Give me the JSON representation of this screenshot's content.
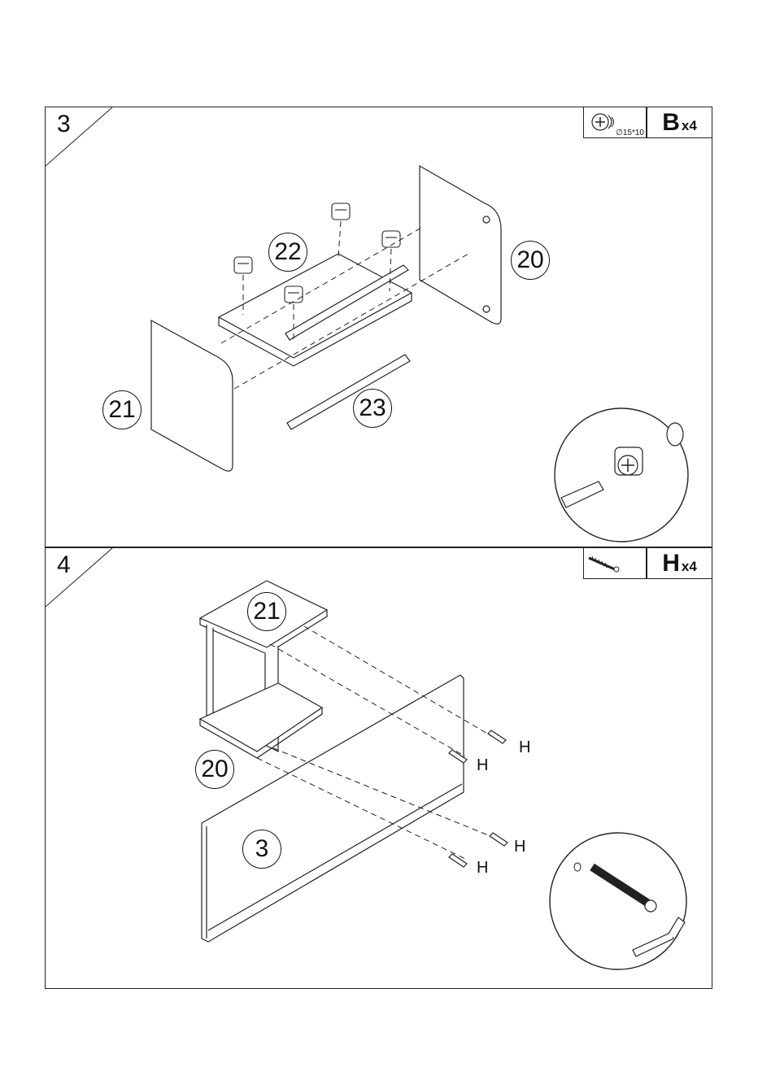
{
  "steps": [
    {
      "number": "3",
      "hardware": {
        "icon": "cam-lock-icon",
        "dimension": "∅15*10",
        "letter": "B",
        "multiplier": "x4"
      },
      "part_labels": [
        "22",
        "20",
        "21",
        "23"
      ]
    },
    {
      "number": "4",
      "hardware": {
        "icon": "screw-icon",
        "letter": "H",
        "multiplier": "x4"
      },
      "part_labels": [
        "21",
        "20",
        "3"
      ],
      "screw_labels": [
        "H",
        "H",
        "H",
        "H"
      ]
    }
  ]
}
